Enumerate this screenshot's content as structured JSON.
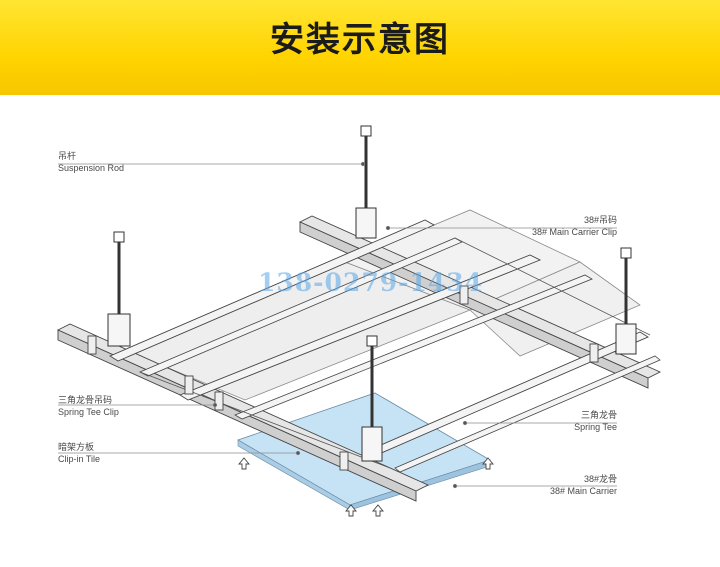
{
  "header": {
    "title": "安装示意图"
  },
  "watermark": "138-0279-1434",
  "labels": {
    "suspension_rod": {
      "cn": "吊杆",
      "en": "Suspension Rod"
    },
    "main_carrier_clip": {
      "cn": "38#吊码",
      "en": "38# Main Carrier Clip"
    },
    "spring_tee_clip": {
      "cn": "三角龙骨吊码",
      "en": "Spring Tee Clip"
    },
    "clip_in_tile": {
      "cn": "暗架方板",
      "en": "Clip-in Tile"
    },
    "spring_tee": {
      "cn": "三角龙骨",
      "en": "Spring Tee"
    },
    "main_carrier": {
      "cn": "38#龙骨",
      "en": "38#  Main Carrier"
    }
  },
  "colors": {
    "banner": "#ffd400",
    "tile": "#bfe0f5",
    "frame": "#ececec",
    "line": "#555555"
  }
}
